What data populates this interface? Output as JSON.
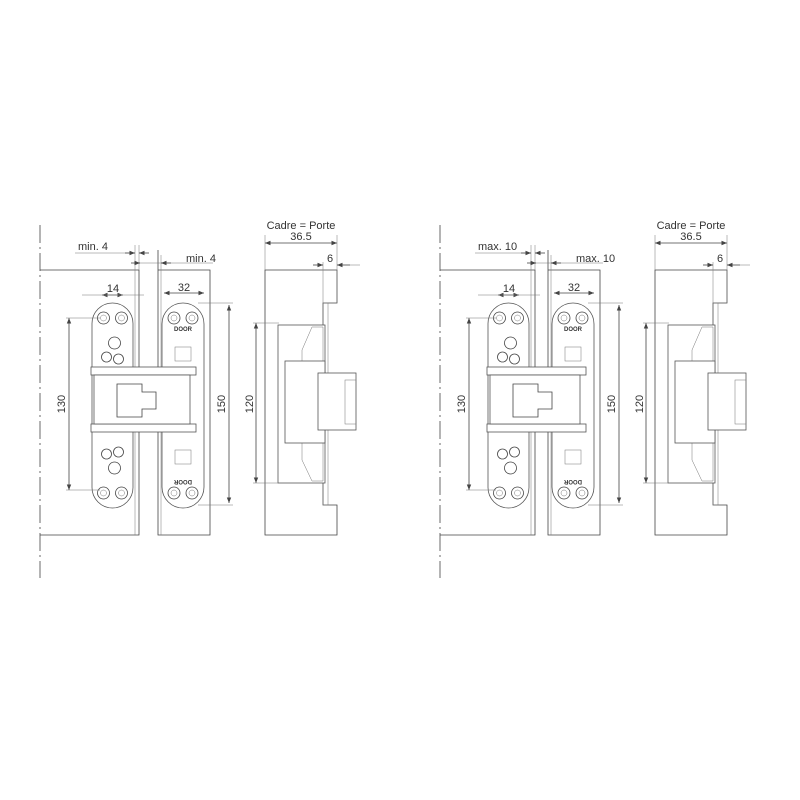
{
  "panels": [
    {
      "gap_label_1": "min. 4",
      "gap_label_2": "min. 4",
      "dim_14": "14",
      "dim_32": "32",
      "dim_130": "130",
      "dim_150": "150",
      "dim_120": "120",
      "dim_36_5": "36.5",
      "dim_6": "6",
      "section_title": "Cadre = Porte",
      "plate_marking": "DOOR"
    },
    {
      "gap_label_1": "max. 10",
      "gap_label_2": "max. 10",
      "dim_14": "14",
      "dim_32": "32",
      "dim_130": "130",
      "dim_150": "150",
      "dim_120": "120",
      "dim_36_5": "36.5",
      "dim_6": "6",
      "section_title": "Cadre = Porte",
      "plate_marking": "DOOR"
    }
  ],
  "colors": {
    "line": "#444444",
    "hatch": "#bbbbbb"
  }
}
